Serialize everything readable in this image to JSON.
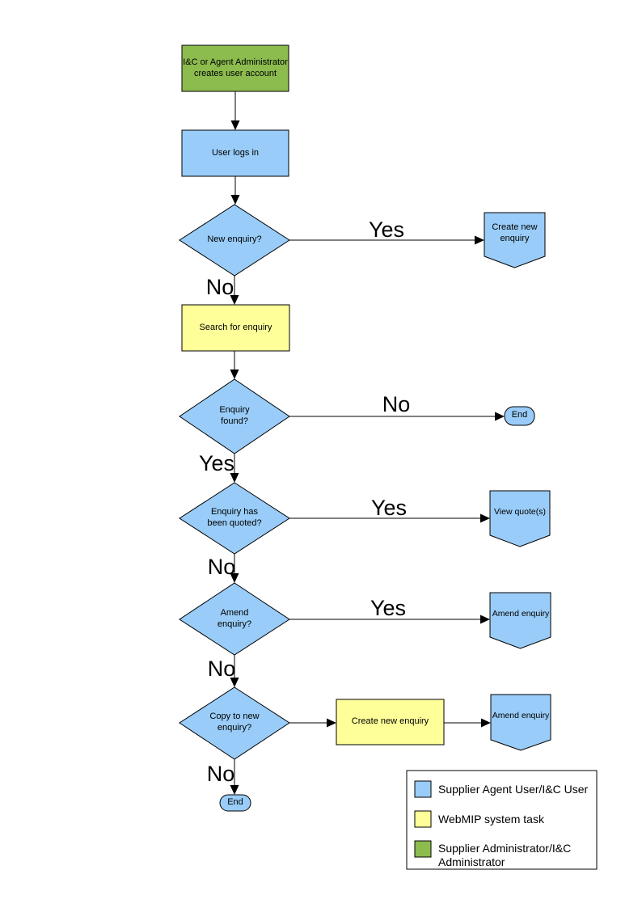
{
  "diagram": {
    "nodes": {
      "create_account": {
        "label": "I&C or Agent Administrator creates user account",
        "type": "process",
        "role": "admin"
      },
      "user_logs_in": {
        "label": "User logs in",
        "type": "process",
        "role": "user"
      },
      "new_enquiry": {
        "label": "New enquiry?",
        "type": "decision",
        "role": "user"
      },
      "create_new_enquiry_offpage": {
        "label": "Create new enquiry",
        "type": "offpage-connector",
        "role": "user"
      },
      "search_for_enquiry": {
        "label": "Search for enquiry",
        "type": "process",
        "role": "system"
      },
      "enquiry_found": {
        "label": "Enquiry found?",
        "type": "decision",
        "role": "user"
      },
      "end_after_search": {
        "label": "End",
        "type": "terminator",
        "role": "user"
      },
      "enquiry_quoted": {
        "label": "Enquiry has been quoted?",
        "type": "decision",
        "role": "user"
      },
      "view_quotes": {
        "label": "View quote(s)",
        "type": "offpage-connector",
        "role": "user"
      },
      "amend_enquiry_decision": {
        "label": "Amend enquiry?",
        "type": "decision",
        "role": "user"
      },
      "amend_enquiry": {
        "label": "Amend enquiry",
        "type": "offpage-connector",
        "role": "user"
      },
      "copy_to_new_enquiry": {
        "label": "Copy to new enquiry?",
        "type": "decision",
        "role": "user"
      },
      "create_new_enquiry_task": {
        "label": "Create new enquiry",
        "type": "process",
        "role": "system"
      },
      "amend_enquiry_after_copy": {
        "label": "Amend enquiry",
        "type": "offpage-connector",
        "role": "user"
      },
      "end_final": {
        "label": "End",
        "type": "terminator",
        "role": "user"
      }
    },
    "edge_labels": {
      "new_enquiry_yes": "Yes",
      "new_enquiry_no": "No",
      "enquiry_found_no": "No",
      "enquiry_found_yes": "Yes",
      "quoted_yes": "Yes",
      "quoted_no": "No",
      "amend_yes": "Yes",
      "amend_no": "No",
      "copy_no": "No"
    },
    "legend": {
      "items": [
        {
          "label": "Supplier Agent User/I&C User",
          "color": "#99CCF8"
        },
        {
          "label": "WebMIP system task",
          "color": "#FFFF99"
        },
        {
          "label": "Supplier Administrator/I&C Administrator",
          "color": "#8CBB4E"
        }
      ]
    },
    "colors": {
      "user_blue": "#99CCF8",
      "system_yellow": "#FFFF99",
      "admin_green": "#8CBB4E",
      "outline": "#000000"
    }
  }
}
